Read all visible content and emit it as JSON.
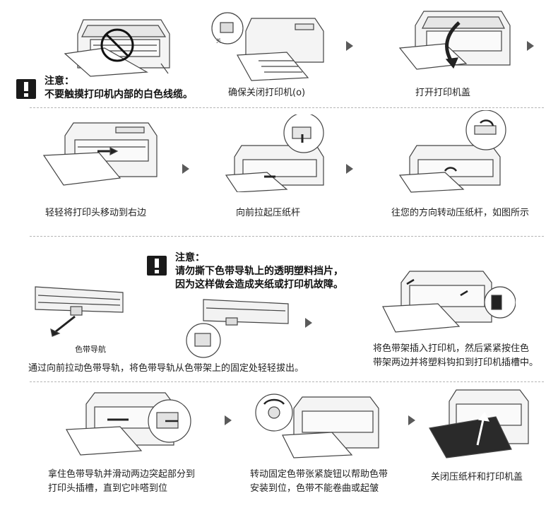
{
  "note1": {
    "title": "注意：",
    "lines": [
      "不要触摸打印机内部的白色线缆。"
    ]
  },
  "note2": {
    "title": "注意：",
    "lines": [
      "请勿撕下色带导轨上的透明塑料挡片，",
      "因为这样做会造成夹纸或打印机故障。"
    ]
  },
  "captions": {
    "s1": "确保关闭打印机(o)",
    "s2": "打开打印机盖",
    "s3": "轻轻将打印头移动到右边",
    "s4": "向前拉起压纸杆",
    "s5": "往您的方向转动压纸杆，如图所示",
    "s6_label": "色带导航",
    "s6": "通过向前拉动色带导轨，将色带导轨从色带架上的固定处轻轻拔出。",
    "s7_lines": [
      "将色带架插入打印机，然后紧紧按住色",
      "带架两边并将塑料钩扣到打印机插槽中。"
    ],
    "s8_lines": [
      "拿住色带导轨并滑动两边突起部分到",
      "打印头插槽，直到它咔嗒到位"
    ],
    "s9_lines": [
      "转动固定色带张紧旋钮以帮助色带",
      "安装到位，色带不能卷曲或起皱"
    ],
    "s10": "关闭压纸杆和打印机盖"
  },
  "icons": {
    "note_icon": "exclamation-icon",
    "step_arrow": "triangle-right-icon",
    "forbidden": "no-touch-icon"
  },
  "colors": {
    "line_art": "#444444",
    "divider": "#b5b5b5",
    "arrow": "#5a5a5a",
    "note_bg": "#1a1a1a"
  }
}
